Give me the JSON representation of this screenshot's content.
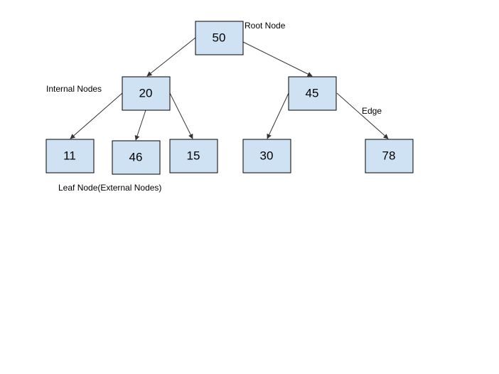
{
  "nodes": {
    "root": "50",
    "left": "20",
    "right": "45",
    "leaf_1": "11",
    "leaf_2": "46",
    "leaf_3": "15",
    "leaf_4": "30",
    "leaf_5": "78"
  },
  "labels": {
    "root_node": "Root Node",
    "internal_nodes": "Internal Nodes",
    "edge": "Edge",
    "leaf_nodes": "Leaf Node(External Nodes)"
  },
  "colors": {
    "node_fill": "#cfe2f3",
    "node_border": "#000000",
    "edge_line": "#333333"
  }
}
